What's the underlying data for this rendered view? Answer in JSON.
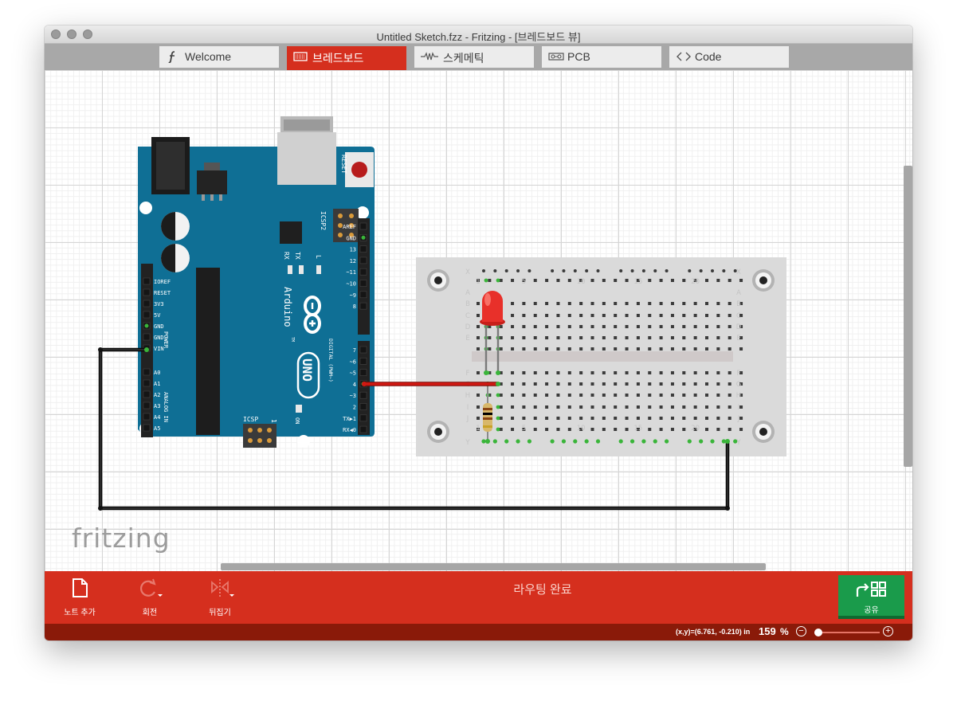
{
  "window": {
    "title": "Untitled Sketch.fzz - Fritzing - [브레드보드 뷰]"
  },
  "tabs": [
    {
      "label": "Welcome",
      "icon": "fritzing-f-icon",
      "active": false
    },
    {
      "label": "브레드보드",
      "icon": "breadboard-icon",
      "active": true
    },
    {
      "label": "스케메틱",
      "icon": "schematic-resistor-icon",
      "active": false
    },
    {
      "label": "PCB",
      "icon": "pcb-icon",
      "active": false
    },
    {
      "label": "Code",
      "icon": "code-brackets-icon",
      "active": false
    }
  ],
  "canvas": {
    "logo": "fritzing",
    "arduino": {
      "reset": "RESET",
      "icsp2": "ICSP2",
      "icsp": "ICSP",
      "icsp_pin": "1",
      "tx": "TX",
      "rx": "RX",
      "l": "L",
      "on": "ON",
      "brand": "Arduino",
      "tm": "TM",
      "model": "UNO",
      "digital": "DIGITAL (PWM~)",
      "power": "POWER",
      "analog": "ANALOG IN",
      "power_pins": [
        "IOREF",
        "RESET",
        "3V3",
        "5V",
        "GND",
        "GND",
        "VIN"
      ],
      "analog_pins": [
        "A0",
        "A1",
        "A2",
        "A3",
        "A4",
        "A5"
      ],
      "digital_top_pins": [
        "AREF",
        "GND",
        "13",
        "12",
        "~11",
        "~10",
        "~9",
        "8"
      ],
      "digital_bottom_pins": [
        "7",
        "~6",
        "~5",
        "4",
        "~3",
        "2",
        "TX▶1",
        "RX◀0"
      ]
    },
    "breadboard": {
      "rows_top": [
        "A",
        "B",
        "C",
        "D",
        "E"
      ],
      "rows_bottom": [
        "F",
        "G",
        "H",
        "I",
        "J"
      ],
      "rail_labels": [
        "X",
        "Y"
      ],
      "col_numbers": [
        "1",
        "5",
        "10",
        "15",
        "20"
      ]
    }
  },
  "toolbar": {
    "add_note": "노트 추가",
    "rotate": "회전",
    "flip": "뒤집기",
    "routing_status": "라우팅 완료",
    "share": "공유"
  },
  "status": {
    "coords": "(x,y)=(6.761, -0.210) in",
    "zoom": "159",
    "zoom_unit": "%"
  },
  "colors": {
    "accent_red": "#d52f1e",
    "status_dark_red": "#8a1a09",
    "share_green": "#1a9b4b",
    "arduino_teal": "#0f6f95",
    "wire_red": "#d01812",
    "wire_black": "#1a1a1a"
  }
}
